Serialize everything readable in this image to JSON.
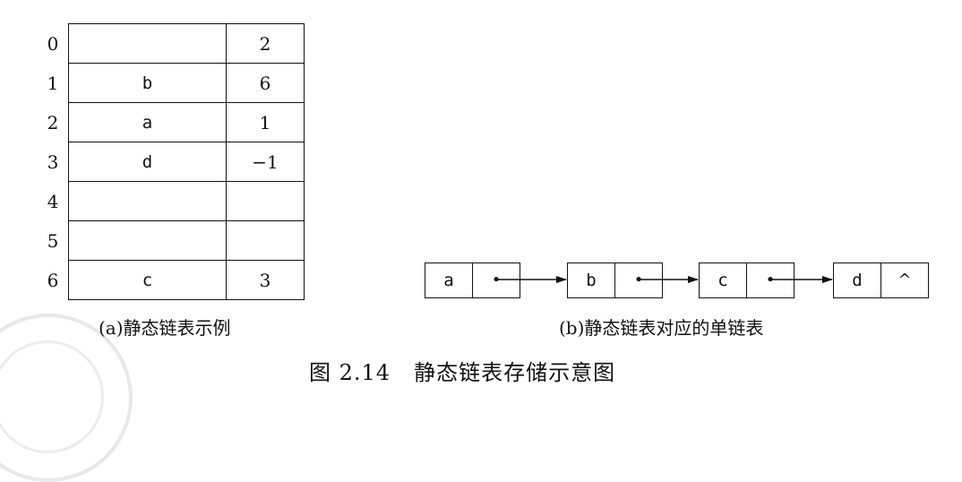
{
  "table": {
    "rows": [
      {
        "index": "0",
        "data": "",
        "next": "2"
      },
      {
        "index": "1",
        "data": "b",
        "next": "6"
      },
      {
        "index": "2",
        "data": "a",
        "next": "1"
      },
      {
        "index": "3",
        "data": "d",
        "next": "−1"
      },
      {
        "index": "4",
        "data": "",
        "next": ""
      },
      {
        "index": "5",
        "data": "",
        "next": ""
      },
      {
        "index": "6",
        "data": "c",
        "next": "3"
      }
    ]
  },
  "list": {
    "nodes": [
      {
        "data": "a",
        "pointer": "•"
      },
      {
        "data": "b",
        "pointer": "•"
      },
      {
        "data": "c",
        "pointer": "•"
      },
      {
        "data": "d",
        "pointer": "^"
      }
    ]
  },
  "captions": {
    "a": "(a)静态链表示例",
    "b": "(b)静态链表对应的单链表",
    "figure_number": "图 2.14",
    "figure_title": "静态链表存储示意图"
  }
}
